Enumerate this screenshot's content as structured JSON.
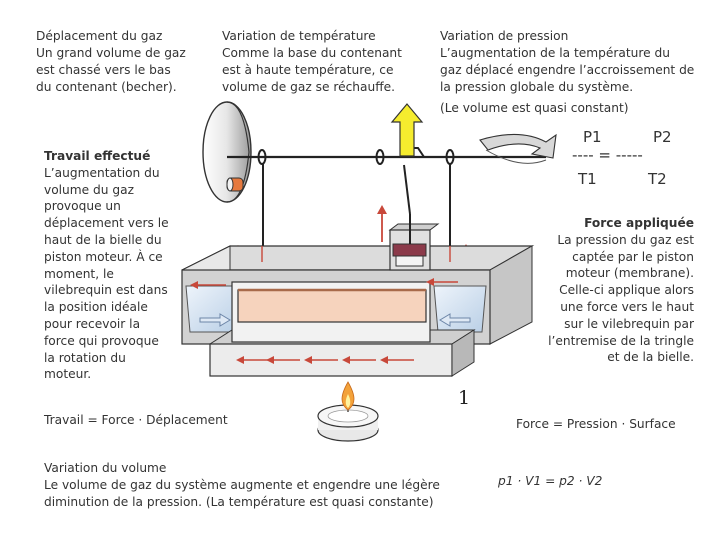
{
  "top": {
    "left": {
      "title": "Déplacement du gaz",
      "body": "Un grand volume de gaz est chassé vers le bas du contenant (becher)."
    },
    "middle": {
      "title": "Variation de température",
      "body": "Comme la base du contenant est à haute température, ce volume de gaz se réchauffe."
    },
    "right": {
      "title": "Variation de pression",
      "body": "L’augmentation de la température du gaz déplacé engendre l’accroissement de la pression globale du système.",
      "note": "(Le volume est quasi constant)"
    }
  },
  "pressure_formula": {
    "p1": "P1",
    "p2": "P2",
    "line": "---- = -----",
    "t1": "T1",
    "t2": "T2"
  },
  "work": {
    "title": "Travail effectué",
    "body": "L’augmentation du volume du gaz provoque un déplacement vers le haut de la bielle du piston moteur. À ce moment, le vilebrequin est dans la position idéale pour recevoir la force qui provoque la rotation du moteur."
  },
  "force": {
    "title": "Force appliquée",
    "body": "La pression du gaz est captée par le piston moteur (membrane). Celle-ci applique alors une force vers le haut sur le vilebrequin par l’entremise de la tringle et de la bielle."
  },
  "step_number": "1",
  "formula_work": "Travail = Force · Déplacement",
  "formula_force": "Force = Pression · Surface",
  "volume": {
    "title": "Variation du volume",
    "body": "Le volume de gaz du système augmente et engendre une légère diminution de la pression. (La température est quasi constante)"
  },
  "formula_volume": "p1 · V1 = p2 · V2",
  "colors": {
    "flame": "#f3a23a",
    "arrow_red": "#c8483a",
    "arrow_yellow": "#f5ec2e",
    "displacer": "#f6d3bd",
    "box_top": "#d9d9d9",
    "box_side": "#bdbdbd"
  }
}
